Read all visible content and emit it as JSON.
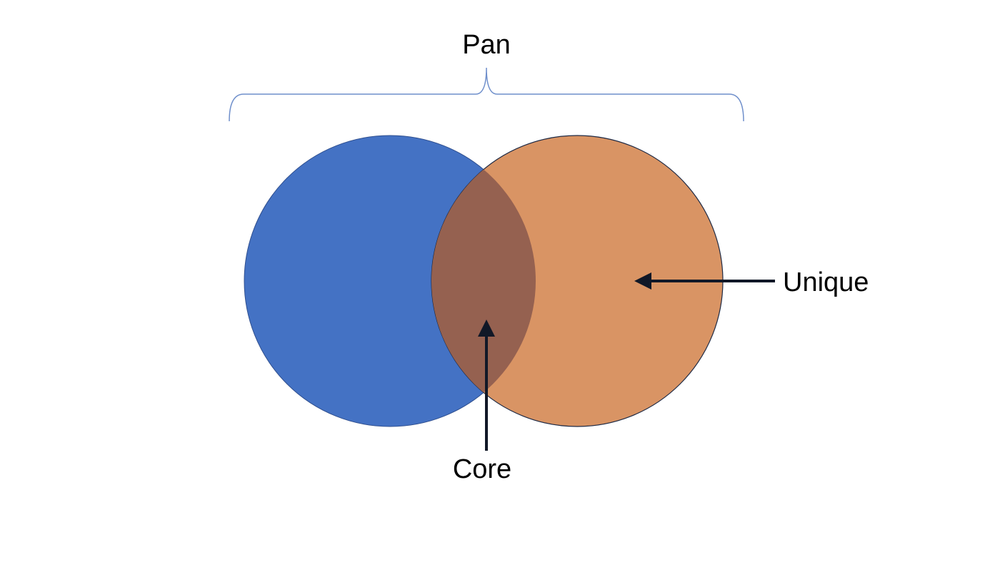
{
  "labels": {
    "pan": "Pan",
    "unique": "Unique",
    "core": "Core"
  },
  "colors": {
    "left_circle": "#4472C4",
    "right_circle": "#D99464",
    "overlap": "#956150",
    "brace": "#6F8FCB",
    "arrow": "#111827"
  }
}
